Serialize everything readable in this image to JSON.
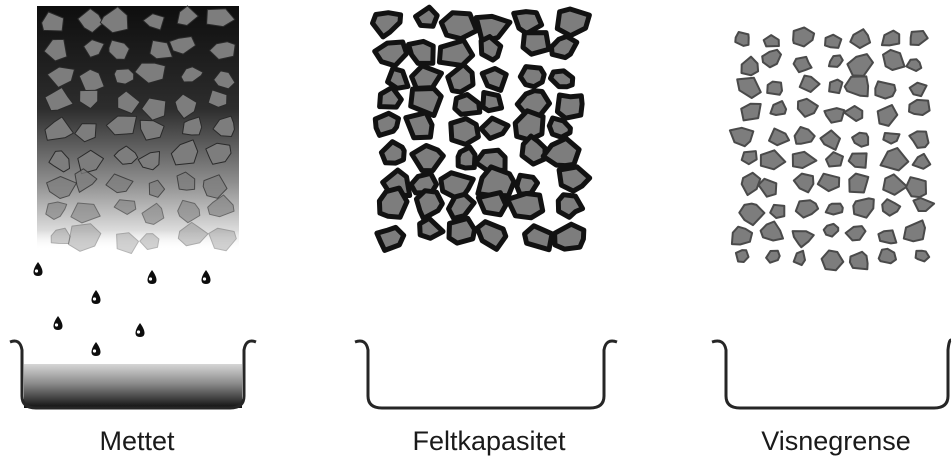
{
  "panels": [
    {
      "label": "Mettet"
    },
    {
      "label": "Feltkapasitet"
    },
    {
      "label": "Visnegrense"
    }
  ],
  "colors": {
    "particle_fill": "#7d7d7d",
    "particle_outline_light": "#4a4a4a",
    "particle_outline_heavy": "#121212",
    "saturated_water": "#141414",
    "water_drop": "#0d0d0d",
    "dish_line": "#262626"
  }
}
